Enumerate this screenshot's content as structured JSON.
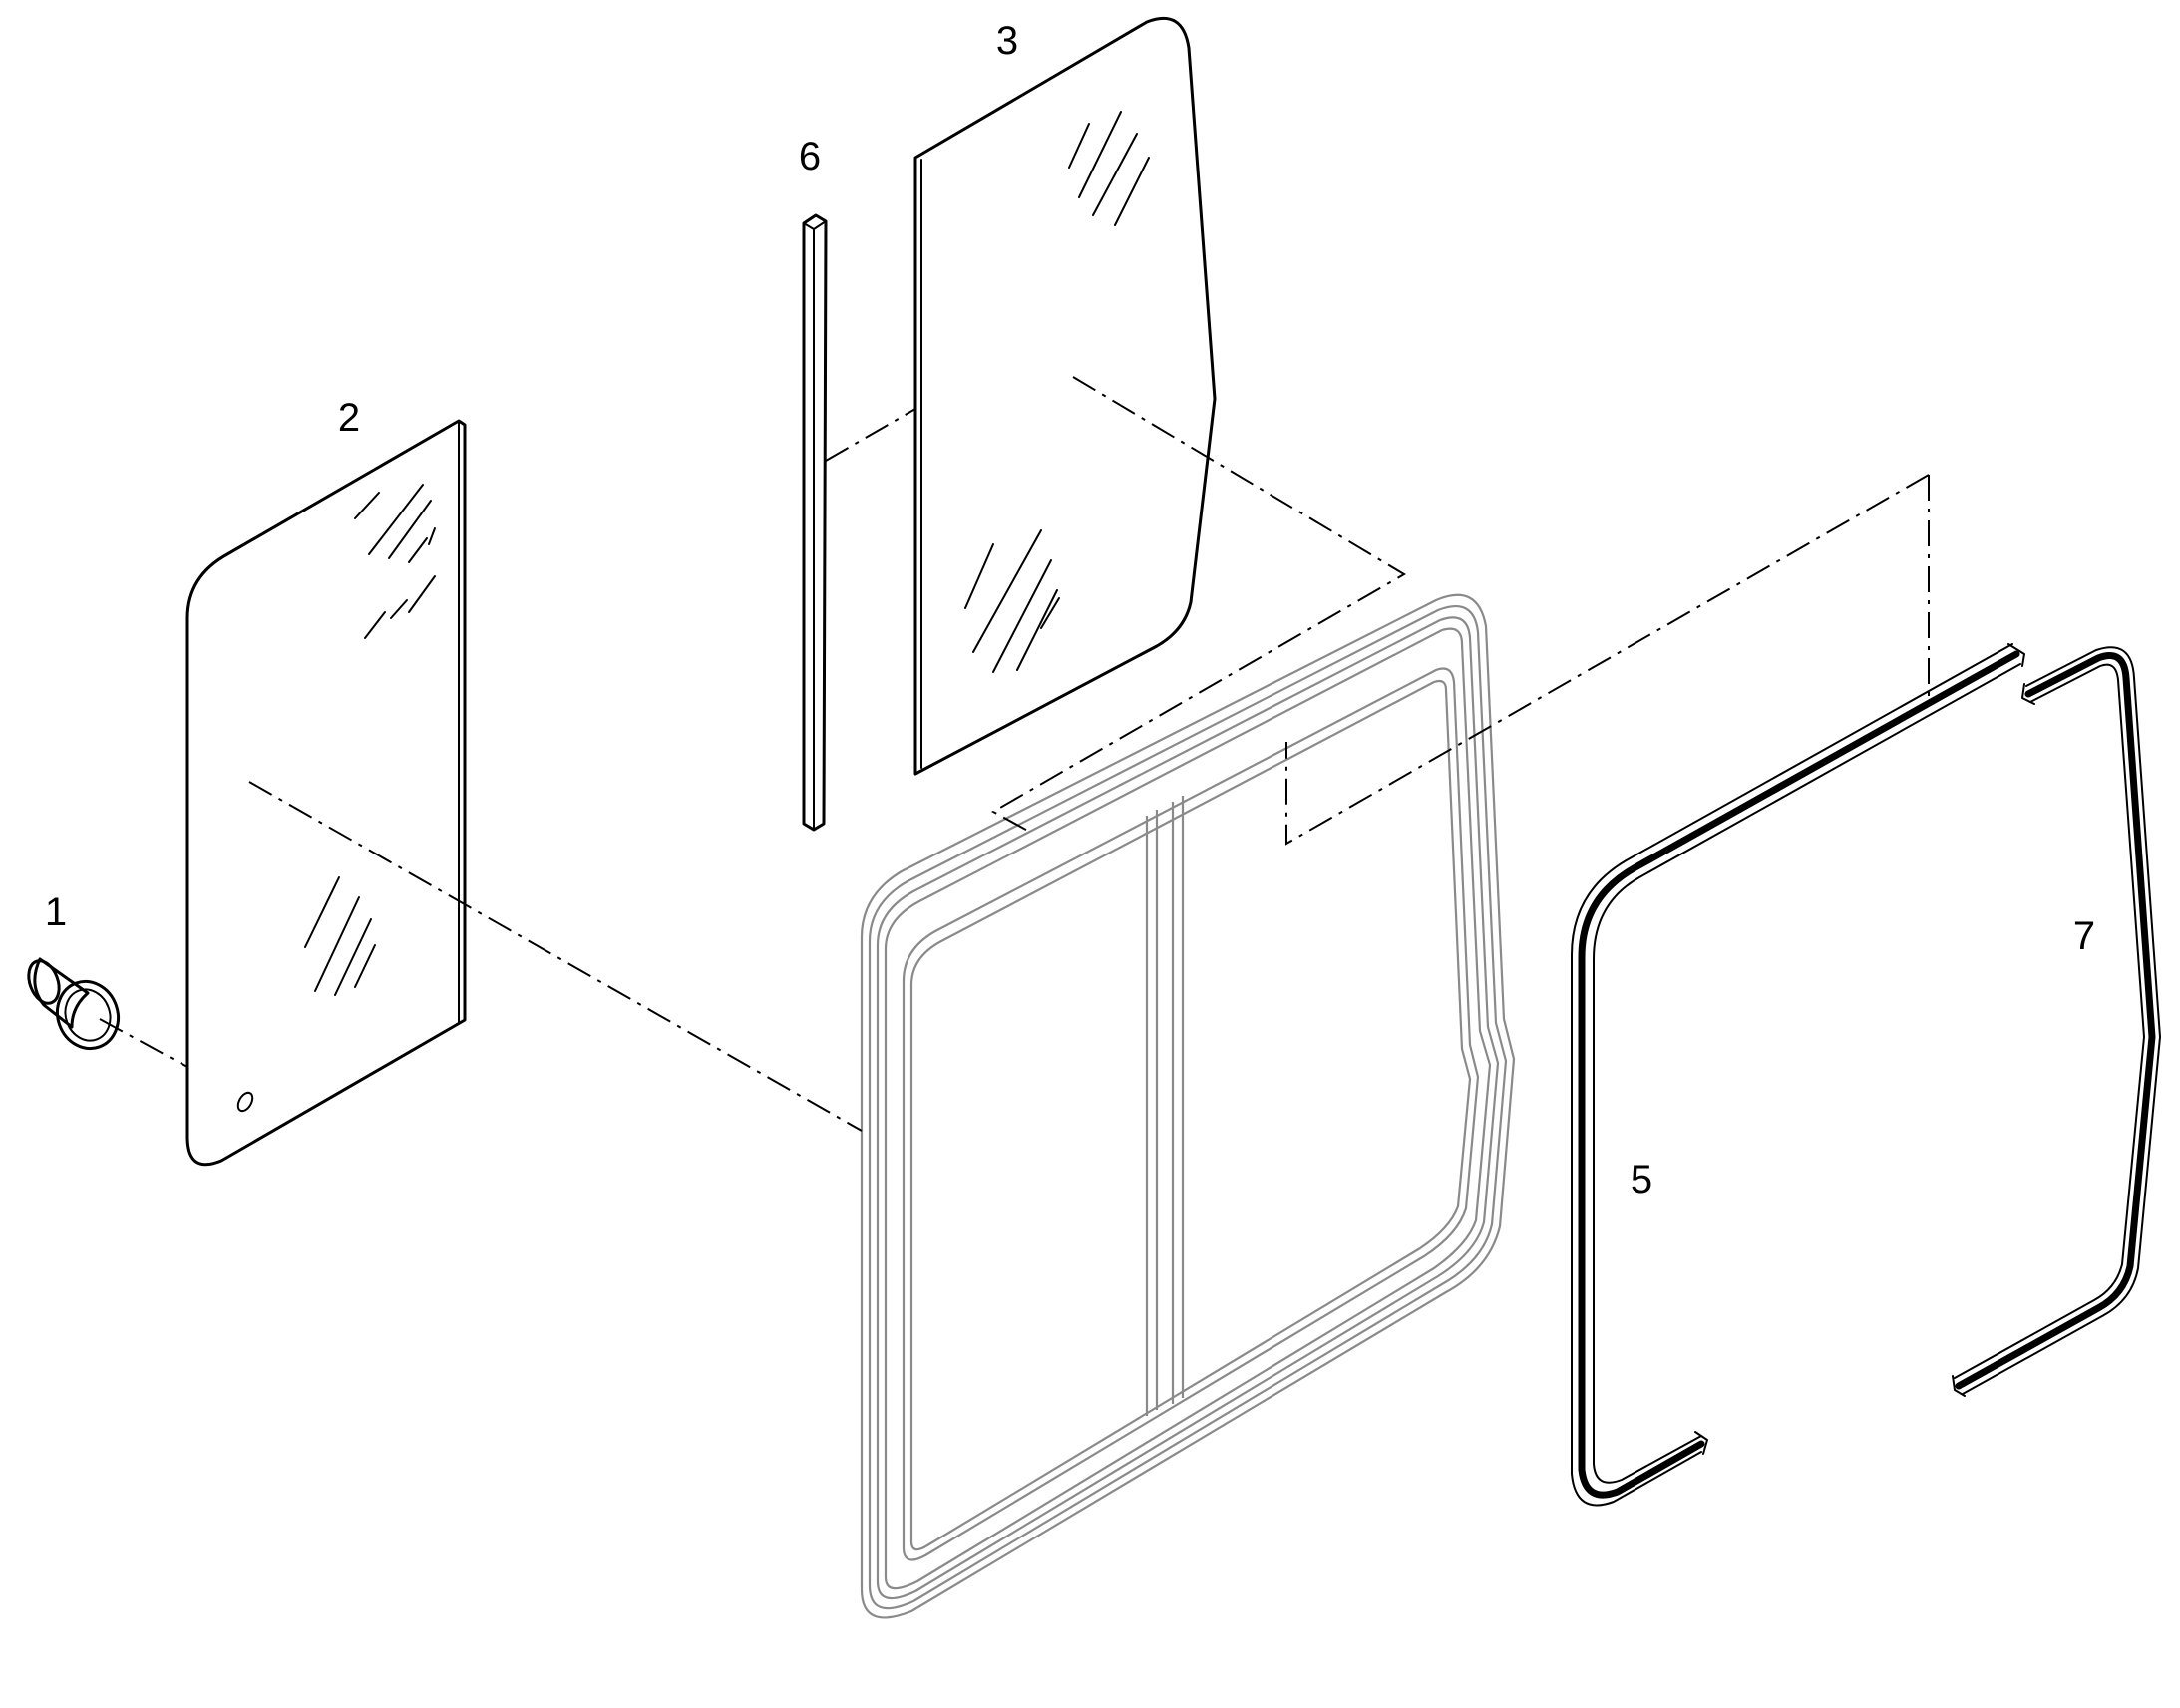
{
  "diagram": {
    "callouts": {
      "part_1": "1",
      "part_2": "2",
      "part_3": "3",
      "part_5": "5",
      "part_6": "6",
      "part_7": "7"
    },
    "line_color": "#000000",
    "frame_color": "#8a8a8a",
    "background": "#ffffff"
  }
}
